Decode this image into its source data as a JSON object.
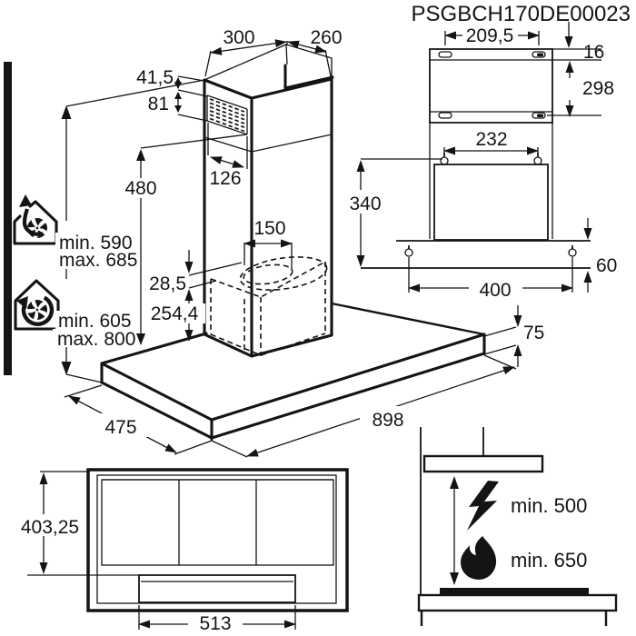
{
  "title": "PSGBCH170DE00023",
  "front_view": {
    "chimney_top_width": "300",
    "chimney_top_depth": "260",
    "vent_offset": "41,5",
    "vent_height": "81",
    "vent_width": "126",
    "lower_chimney_height": "480",
    "duct_diameter": "150",
    "spigot_height": "28,5",
    "body_height": "254,4",
    "canopy_depth": "475",
    "canopy_width": "898",
    "canopy_thickness": "75",
    "extraction": {
      "min": "min. 590",
      "max": "max. 685"
    },
    "recirculation": {
      "min": "min. 605",
      "max": "max. 800"
    }
  },
  "wall_view": {
    "bracket_hole_spacing": "209,5",
    "top_offset": "16",
    "bracket_row_spacing": "298",
    "hanger_spacing": "232",
    "body_height": "340",
    "canopy_screw_spacing": "400",
    "canopy_edge_height": "60"
  },
  "bottom_view": {
    "filter_depth": "403,25",
    "panel_width": "513"
  },
  "clearance_view": {
    "electric_min": "min. 500",
    "gas_min": "min. 650"
  }
}
